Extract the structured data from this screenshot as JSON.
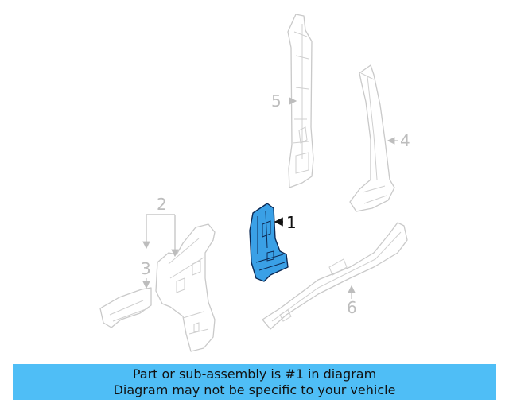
{
  "diagram": {
    "callouts": {
      "c1": "1",
      "c2": "2",
      "c3": "3",
      "c4": "4",
      "c5": "5",
      "c6": "6"
    },
    "highlight_color": "#3aa0e6",
    "part_line_color": "#c9c9c9"
  },
  "caption": {
    "line1": "Part or sub-assembly is #1 in diagram",
    "line2": "Diagram may not be specific to your vehicle",
    "background": "#4fbef6"
  }
}
